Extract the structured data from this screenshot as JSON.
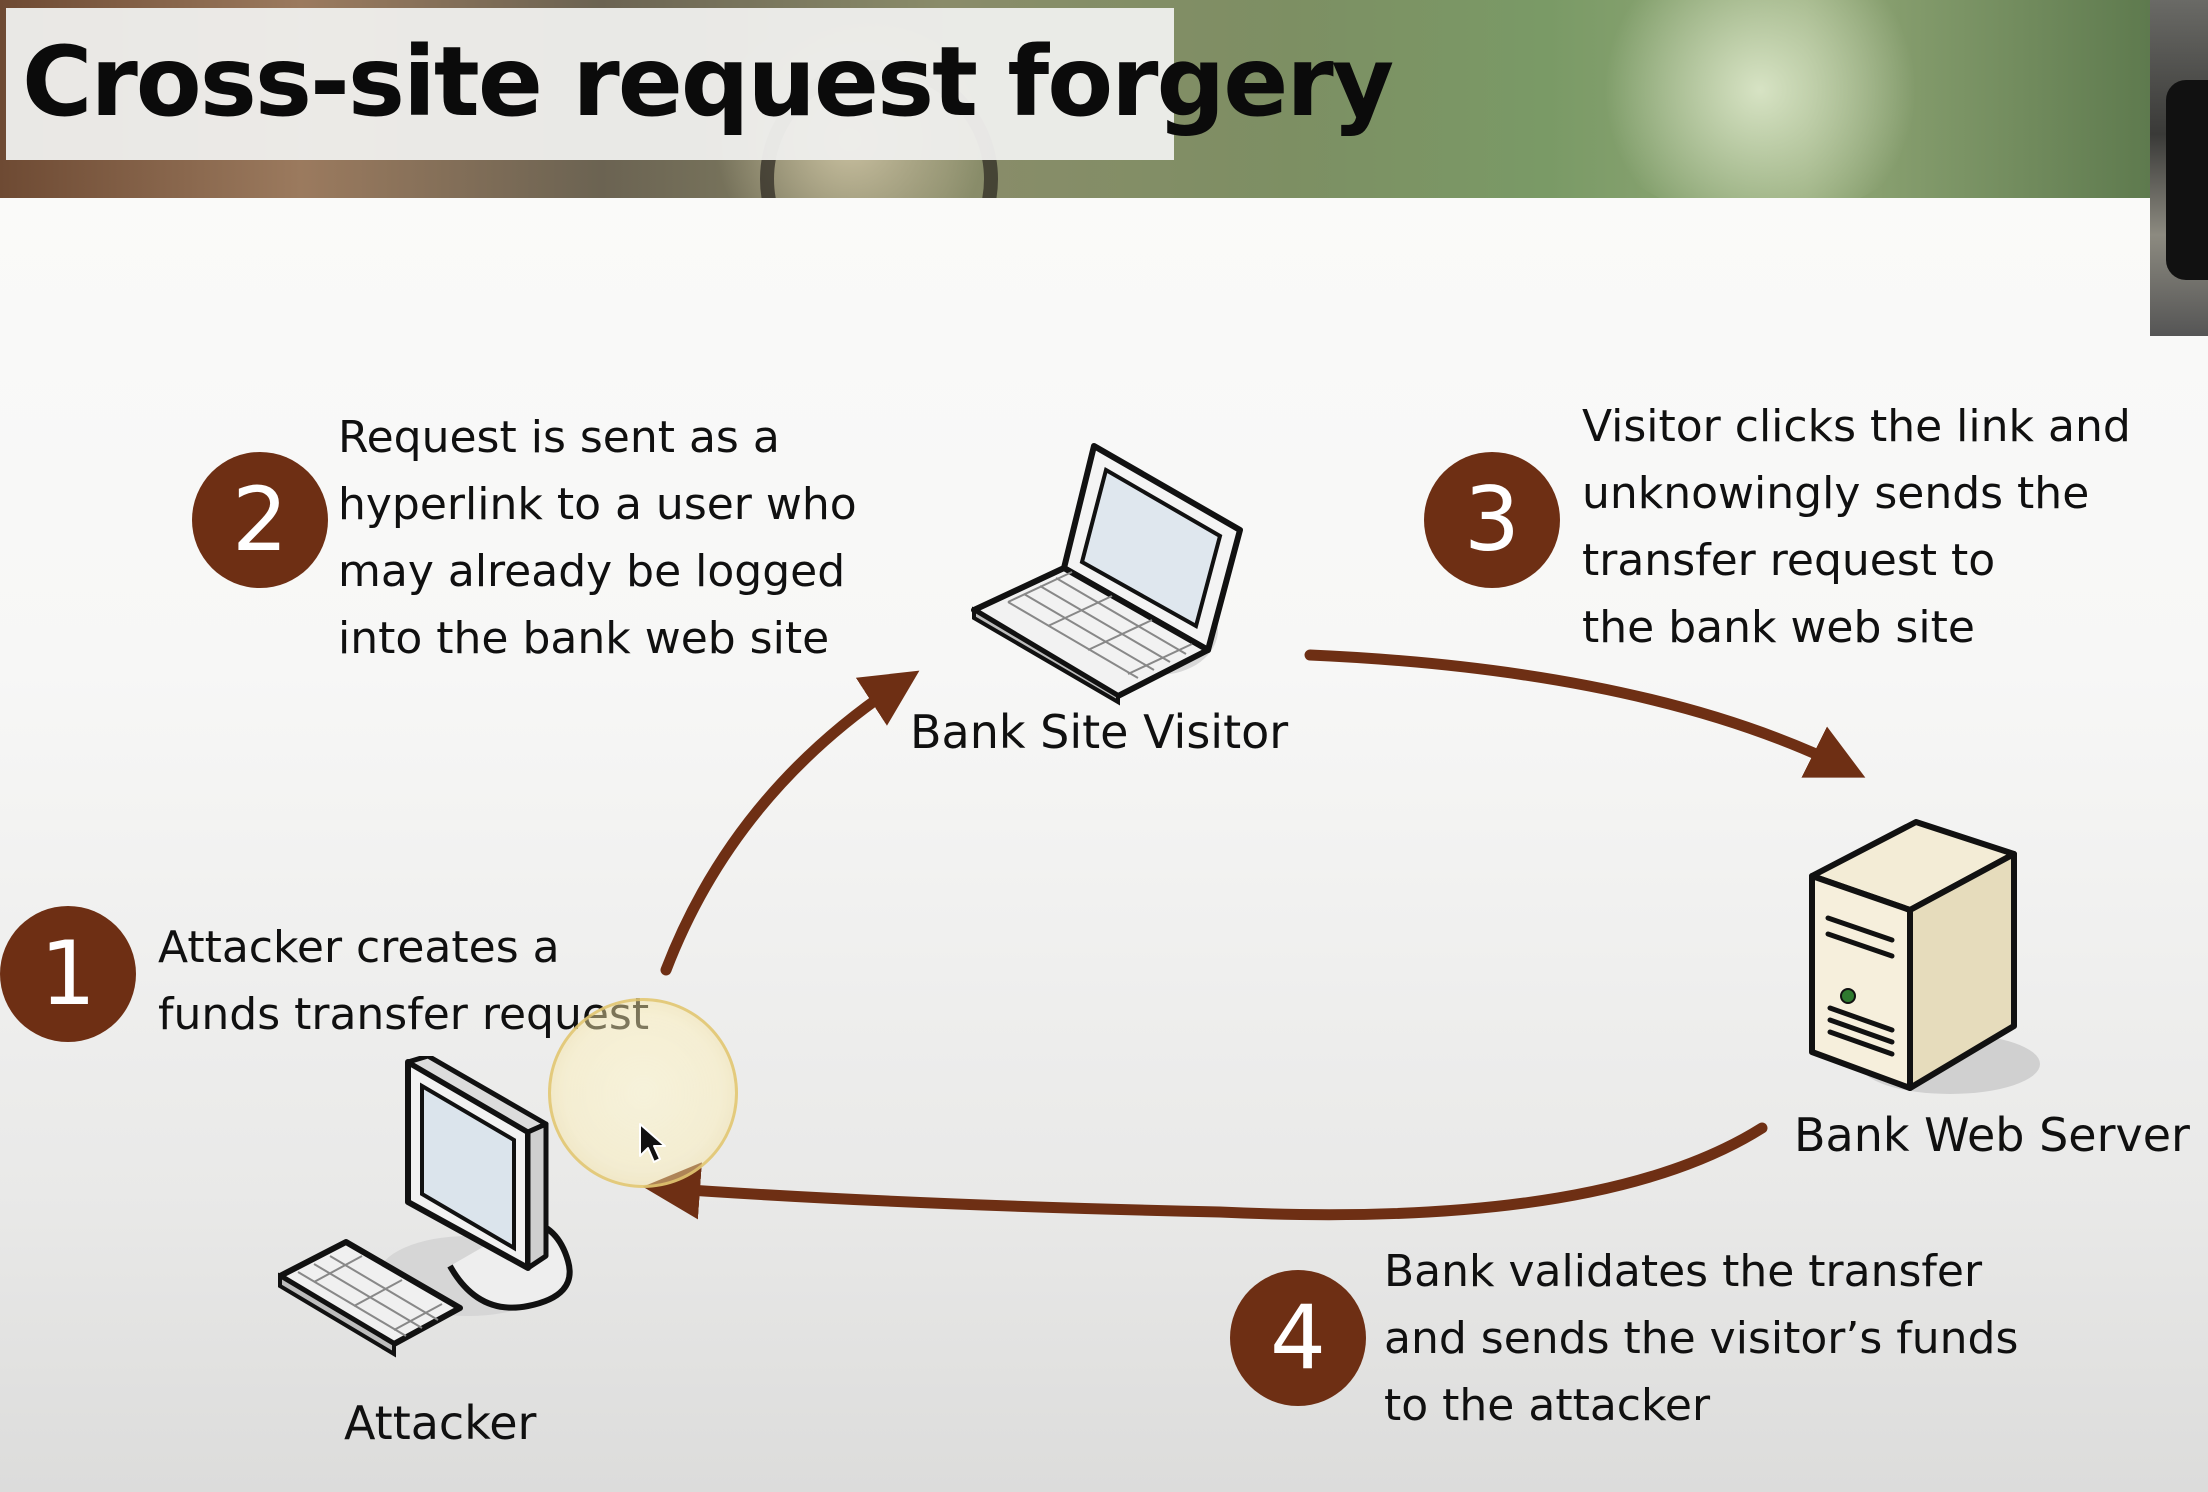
{
  "slide": {
    "title": "Cross-site request forgery"
  },
  "colors": {
    "accent": "#6e2f14",
    "arrow": "#6e2f14"
  },
  "nodes": {
    "visitor": {
      "label": "Bank Site Visitor",
      "icon": "laptop-icon"
    },
    "server": {
      "label": "Bank Web Server",
      "icon": "server-icon"
    },
    "attacker": {
      "label": "Attacker",
      "icon": "desktop-computer-icon"
    }
  },
  "steps": [
    {
      "number": "1",
      "lines": [
        "Attacker creates a",
        "funds transfer request"
      ]
    },
    {
      "number": "2",
      "lines": [
        "Request is sent as a",
        "hyperlink to a user who",
        "may already be logged",
        "into the bank web site"
      ]
    },
    {
      "number": "3",
      "lines": [
        "Visitor clicks the link and",
        "unknowingly sends the",
        "transfer request to",
        "the bank web site"
      ]
    },
    {
      "number": "4",
      "lines": [
        "Bank validates the transfer",
        "and sends the visitor’s funds",
        "to the attacker"
      ]
    }
  ],
  "cursor": {
    "icon": "mouse-pointer-icon"
  }
}
